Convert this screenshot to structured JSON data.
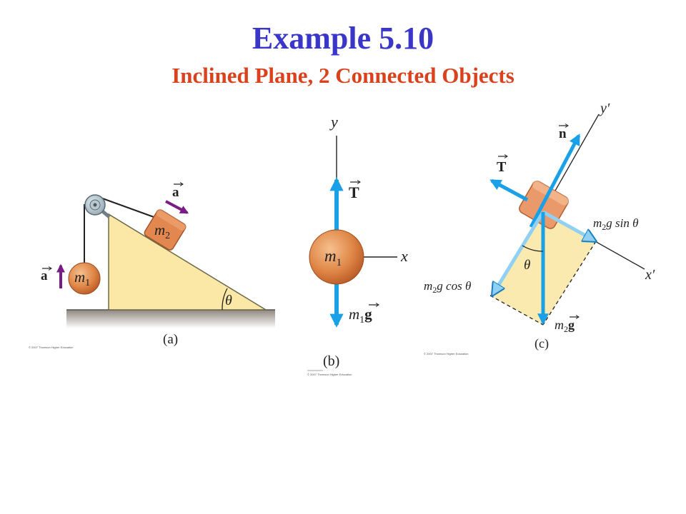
{
  "slide": {
    "title": "Example 5.10",
    "subtitle": "Inclined Plane, 2 Connected Objects"
  },
  "colors": {
    "title": "#3a37c8",
    "subtitle": "#d9421c",
    "force_arrow": "#1aa0e6",
    "accel_arrow": "#7a1c86",
    "incline_fill": "#fbe8a6",
    "block": "#e2874f",
    "ground": "#b4aca4"
  },
  "panel_a": {
    "caption": "(a)",
    "mass1": {
      "sym": "m",
      "sub": "1"
    },
    "mass2": {
      "sym": "m",
      "sub": "2"
    },
    "accel": "a",
    "angle": "θ",
    "copyright": "© 2007 Thomson Higher Education"
  },
  "panel_b": {
    "caption": "(b)",
    "axis_x": "x",
    "axis_y": "y",
    "tension": "T",
    "mass": {
      "sym": "m",
      "sub": "1"
    },
    "weight": {
      "sym": "m",
      "sub": "1",
      "vec": "g"
    },
    "copyright": "© 2007 Thomson Higher Education"
  },
  "panel_c": {
    "caption": "(c)",
    "axis_x": "x′",
    "axis_y": "y′",
    "normal": "n",
    "tension": "T",
    "angle": "θ",
    "comp_parallel": {
      "sym": "m",
      "sub": "2",
      "rest": "g sin θ"
    },
    "comp_perp": {
      "sym": "m",
      "sub": "2",
      "rest": "g cos θ"
    },
    "weight": {
      "sym": "m",
      "sub": "2",
      "vec": "g"
    },
    "copyright": "© 2007 Thomson Higher Education"
  }
}
